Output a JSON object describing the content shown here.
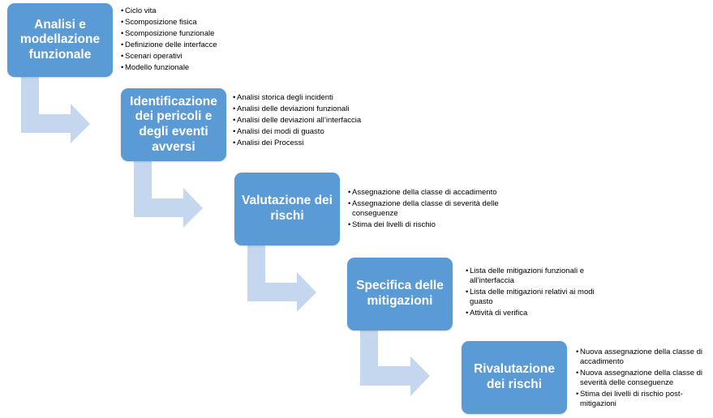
{
  "colors": {
    "box_fill": "#5b9bd5",
    "arrow_fill": "#c5d7ee",
    "box_text": "#ffffff"
  },
  "steps": [
    {
      "title": "Analisi e modellazione funzionale",
      "items": [
        "Ciclo vita",
        "Scomposizione fisica",
        "Scomposizione funzionale",
        "Definizione delle interfacce",
        "Scenari operativi",
        "Modello funzionale"
      ]
    },
    {
      "title": "Identificazione dei pericoli e degli eventi avversi",
      "items": [
        "Analisi storica degli incidenti",
        "Analisi delle deviazioni funzionali",
        "Analisi delle deviazioni all’interfaccia",
        "Analisi dei modi di guasto",
        "Analisi dei Processi"
      ]
    },
    {
      "title": "Valutazione dei rischi",
      "items": [
        "Assegnazione della classe di accadimento",
        "Assegnazione della classe di severità delle conseguenze",
        "Stima dei livelli di rischio"
      ]
    },
    {
      "title": "Specifica delle mitigazioni",
      "items": [
        "Lista delle mitigazioni funzionali e all’interfaccia",
        "Lista delle mitigazioni relativi ai modi guasto",
        "Attività di verifica"
      ]
    },
    {
      "title": "Rivalutazione dei rischi",
      "items": [
        "Nuova assegnazione della classe di accadimento",
        "Nuova assegnazione della classe di severità delle conseguenze",
        "Stima dei livelli di rischio post-mitigazioni"
      ]
    }
  ]
}
